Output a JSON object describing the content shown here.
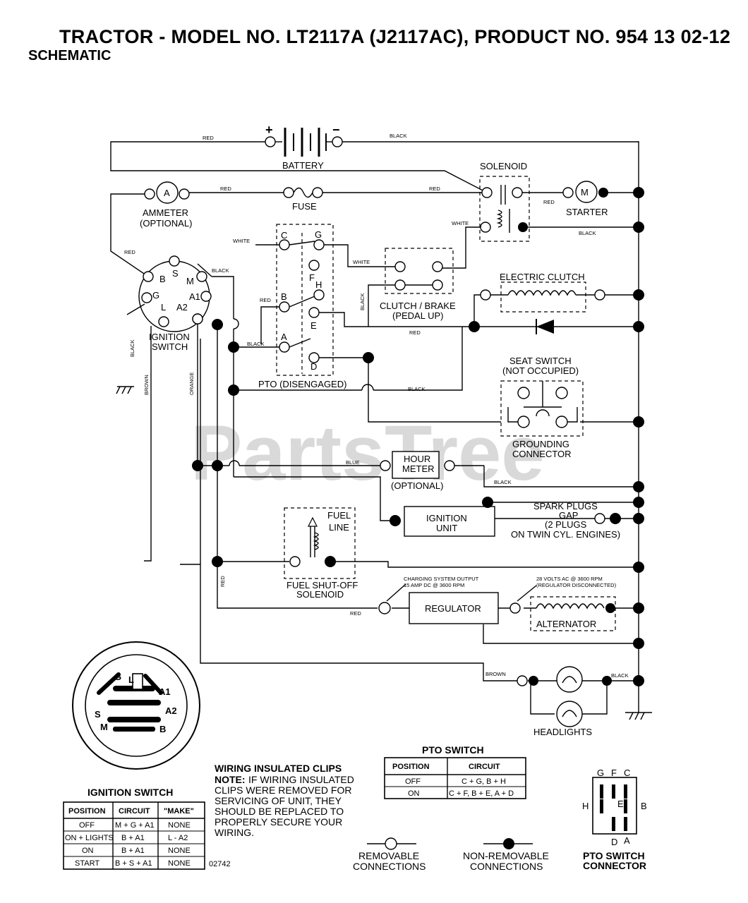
{
  "header": {
    "title": "TRACTOR - MODEL NO. LT2117A (J2117AC),  PRODUCT NO. 954 13 02-12",
    "subtitle": "SCHEMATIC"
  },
  "watermark": "PartsTree",
  "labels": {
    "battery": "BATTERY",
    "plus": "+",
    "minus": "−",
    "solenoid": "SOLENOID",
    "ammeter_1": "AMMETER",
    "ammeter_2": "(OPTIONAL)",
    "ammeter_symbol": "A",
    "fuse": "FUSE",
    "starter": "STARTER",
    "starter_symbol": "M",
    "electric_clutch": "ELECTRIC CLUTCH",
    "clutch_brake_1": "CLUTCH / BRAKE",
    "clutch_brake_2": "(PEDAL UP)",
    "ignition_switch_1": "IGNITION",
    "ignition_switch_2": "SWITCH",
    "pto": "PTO (DISENGAGED)",
    "seat_switch_1": "SEAT SWITCH",
    "seat_switch_2": "(NOT OCCUPIED)",
    "grounding_1": "GROUNDING",
    "grounding_2": "CONNECTOR",
    "hour_meter_1": "HOUR",
    "hour_meter_2": "METER",
    "hour_meter_3": "(OPTIONAL)",
    "ignition_unit_1": "IGNITION",
    "ignition_unit_2": "UNIT",
    "spark_1": "SPARK PLUGS",
    "spark_2": "GAP",
    "spark_3": "(2 PLUGS",
    "spark_4": "ON TWIN CYL. ENGINES)",
    "fuel_1": "FUEL",
    "fuel_2": "LINE",
    "fuel_sol_1": "FUEL SHUT-OFF",
    "fuel_sol_2": "SOLENOID",
    "charging_1": "CHARGING SYSTEM OUTPUT",
    "charging_2": "15 AMP DC @ 3600 RPM",
    "volts_1": "28 VOLTS AC @ 3600 RPM",
    "volts_2": "(REGULATOR DISCONNECTED)",
    "regulator": "REGULATOR",
    "alternator": "ALTERNATOR",
    "headlights": "HEADLIGHTS",
    "removable_1": "REMOVABLE",
    "removable_2": "CONNECTIONS",
    "nonremovable_1": "NON-REMOVABLE",
    "nonremovable_2": "CONNECTIONS",
    "pto_conn_1": "PTO SWITCH",
    "pto_conn_2": "CONNECTOR",
    "part_code": "02742"
  },
  "wires": {
    "red": "RED",
    "black": "BLACK",
    "white": "WHITE",
    "blue": "BLUE",
    "brown": "BROWN",
    "orange": "ORANGE"
  },
  "terminals": {
    "ign": [
      "B",
      "S",
      "M",
      "G",
      "L",
      "A2",
      "A1"
    ],
    "pto": [
      "C",
      "G",
      "F",
      "H",
      "B",
      "E",
      "A",
      "D"
    ],
    "pto_conn": [
      "G",
      "F",
      "C",
      "H",
      "E",
      "B",
      "D",
      "A"
    ],
    "ign_face": [
      "G",
      "L",
      "A1",
      "A2",
      "S",
      "M",
      "B"
    ]
  },
  "note": {
    "title": "WIRING INSULATED CLIPS",
    "prefix": "NOTE:",
    "line1": "IF WIRING INSULATED",
    "line2": "CLIPS WERE REMOVED FOR",
    "line3": "SERVICING OF UNIT, THEY",
    "line4": "SHOULD BE REPLACED TO",
    "line5": "PROPERLY SECURE YOUR",
    "line6": "WIRING."
  },
  "ignition_table": {
    "title": "IGNITION SWITCH",
    "headers": [
      "POSITION",
      "CIRCUIT",
      "\"MAKE\""
    ],
    "rows": [
      [
        "OFF",
        "M + G + A1",
        "NONE"
      ],
      [
        "ON + LIGHTS",
        "B + A1",
        "L - A2"
      ],
      [
        "ON",
        "B + A1",
        "NONE"
      ],
      [
        "START",
        "B + S + A1",
        "NONE"
      ]
    ]
  },
  "pto_table": {
    "title": "PTO SWITCH",
    "headers": [
      "POSITION",
      "CIRCUIT"
    ],
    "rows": [
      [
        "OFF",
        "C + G, B + H"
      ],
      [
        "ON",
        "C + F, B + E, A + D"
      ]
    ]
  }
}
